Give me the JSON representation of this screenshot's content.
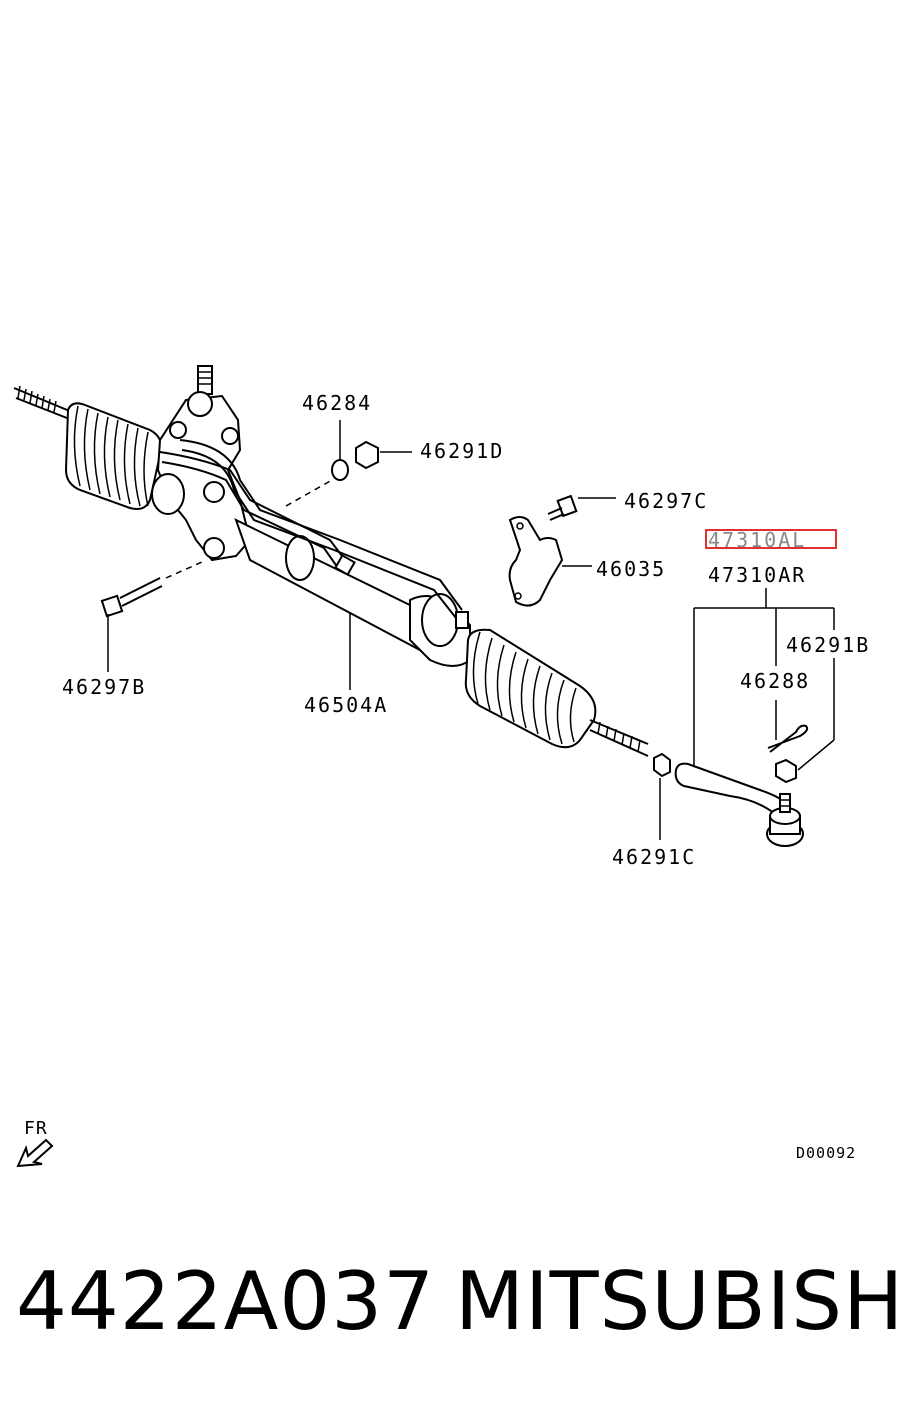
{
  "callouts": {
    "c46284": "46284",
    "c46291D": "46291D",
    "c46297C": "46297C",
    "c47310AL": "47310AL",
    "c46035": "46035",
    "c47310AR": "47310AR",
    "c46291B": "46291B",
    "c46288": "46288",
    "c46297B": "46297B",
    "c46504A": "46504A",
    "c46291C": "46291C"
  },
  "highlight_color": "#e03030",
  "direction_label": "FR",
  "diagram_code": "D00092",
  "part_number": "4422A037",
  "brand": "MITSUBISHI"
}
